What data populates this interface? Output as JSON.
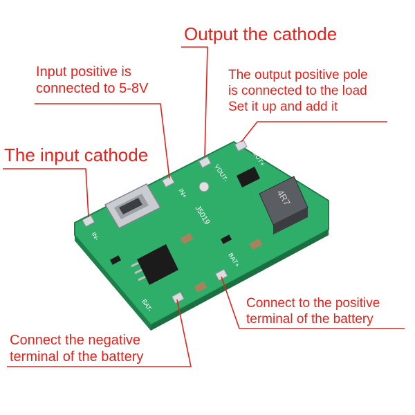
{
  "colors": {
    "annotation": "#e8201a",
    "pcb_green": "#2fae6a",
    "pcb_edge": "#1d7f4a",
    "pad_silver": "#d9dde0",
    "chip_black": "#1b1b1b",
    "inductor_gray": "#5a5d62"
  },
  "labels": {
    "output_cathode": "Output the cathode",
    "input_positive_line1": "Input positive is",
    "input_positive_line2": "connected to 5-8V",
    "output_positive_line1": "The output positive pole",
    "output_positive_line2": "is connected to the load",
    "output_positive_line3": "Set it up and add it",
    "input_cathode": "The input cathode",
    "battery_positive_line1": "Connect to the positive",
    "battery_positive_line2": "terminal of the battery",
    "battery_negative_line1": "Connect the negative",
    "battery_negative_line2": "terminal of the battery"
  },
  "silkscreen": {
    "in_minus": "IN-",
    "in_plus": "IN+",
    "vout_minus": "VOUT-",
    "vout_plus": "VOUT+",
    "bat_minus": "BAT-",
    "bat_plus": "BAT+",
    "board_code": "J5019",
    "inductor_code": "4R7"
  }
}
